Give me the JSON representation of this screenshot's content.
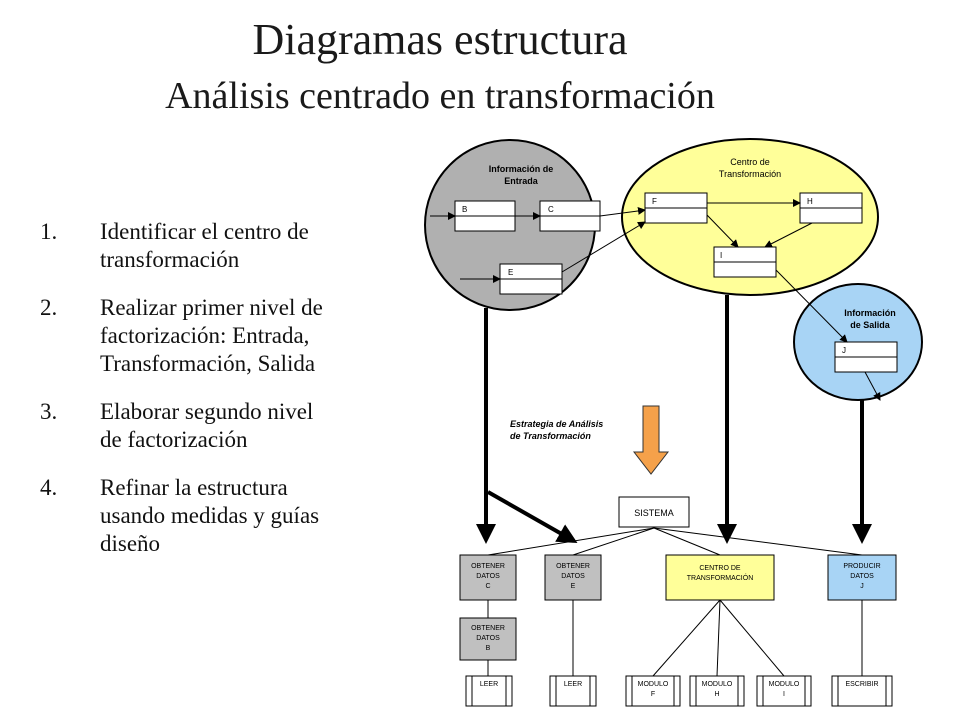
{
  "slide": {
    "title": "Diagramas estructura",
    "subtitle": "Análisis centrado en transformación"
  },
  "steps": [
    {
      "num": "1.",
      "lines": [
        "Identificar el centro de",
        "transformación"
      ]
    },
    {
      "num": "2.",
      "lines": [
        "Realizar primer nivel de",
        "factorización: Entrada,",
        "Transformación, Salida"
      ]
    },
    {
      "num": "3.",
      "lines": [
        "Elaborar segundo nivel",
        "de factorización"
      ]
    },
    {
      "num": "4.",
      "lines": [
        "Refinar la estructura",
        "usando medidas y guías",
        "diseño"
      ]
    }
  ],
  "diagram": {
    "colors": {
      "input_region": "#b0b0b0",
      "transform_region": "#ffff99",
      "output_region": "#a8d4f5",
      "arrow_orange": "#f5a14a",
      "gray_module": "#c0c0c0",
      "yellow_module": "#ffff99",
      "blue_module": "#a8d4f5"
    },
    "regions": {
      "input": [
        "Información de",
        "Entrada"
      ],
      "transform": [
        "Centro de",
        "Transformación"
      ],
      "output": [
        "Información",
        "de Salida"
      ]
    },
    "boxes": [
      "B",
      "C",
      "E",
      "F",
      "H",
      "I",
      "J"
    ],
    "strategy": [
      "Estrategia de Análisis",
      "de Transformación"
    ],
    "system": "SISTEMA",
    "modules": {
      "obtener_c": [
        "OBTENER",
        "DATOS",
        "C"
      ],
      "obtener_e": [
        "OBTENER",
        "DATOS",
        "E"
      ],
      "centro": [
        "CENTRO DE",
        "TRANSFORMACIÓN"
      ],
      "producir_j": [
        "PRODUCIR",
        "DATOS",
        "J"
      ],
      "obtener_b": [
        "OBTENER",
        "DATOS",
        "B"
      ]
    },
    "leaves": {
      "leer1": "LEER",
      "leer2": "LEER",
      "modulo_f": [
        "MODULO",
        "F"
      ],
      "modulo_h": [
        "MODULO",
        "H"
      ],
      "modulo_i": [
        "MODULO",
        "I"
      ],
      "escribir": "ESCRIBIR"
    }
  }
}
